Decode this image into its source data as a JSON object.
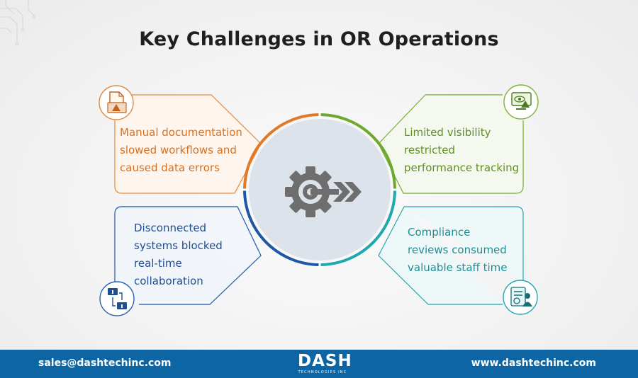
{
  "title": "Key Challenges in OR Operations",
  "challenges": {
    "top_left": {
      "lines": [
        "Manual documentation",
        "slowed workflows and",
        "caused data errors"
      ],
      "color": "#d9701f",
      "icon": "document-warning-icon"
    },
    "top_right": {
      "lines": [
        "Limited visibility",
        "restricted",
        "performance tracking"
      ],
      "color": "#5f8f22",
      "icon": "eye-monitor-warning-icon"
    },
    "bottom_left": {
      "lines": [
        "Disconnected",
        "systems blocked",
        "real-time",
        "collaboration"
      ],
      "color": "#1f4e93",
      "icon": "disconnected-computers-icon"
    },
    "bottom_right": {
      "lines": [
        "Compliance",
        "reviews consumed",
        "valuable staff time"
      ],
      "color": "#1e8e95",
      "icon": "checklist-staff-icon"
    }
  },
  "center_icon": "gear-target-arrow-icon",
  "footer": {
    "email": "sales@dashtechinc.com",
    "logo_brand": "DASH",
    "logo_sub": "TECHNOLOGIES INC",
    "website": "www.dashtechinc.com",
    "background": "#0d65a3"
  }
}
